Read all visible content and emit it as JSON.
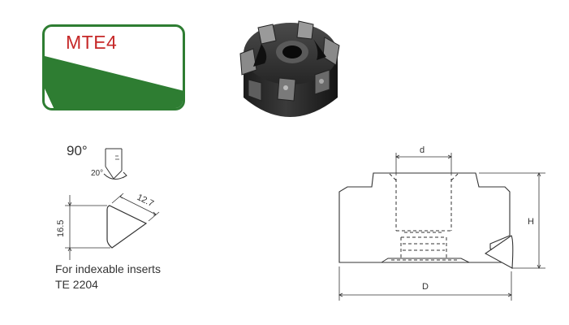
{
  "badge": {
    "title": "MTE4",
    "colors": {
      "border": "#2e7d32",
      "wedge": "#2e7d32",
      "title": "#c62828"
    }
  },
  "photo": {
    "icon": "milling-cutter-photo"
  },
  "insert_drawing": {
    "angle_main": "90°",
    "angle_small": "20°",
    "edge_length": "12.7",
    "height": "16.5"
  },
  "caption": {
    "line1": "For indexable inserts",
    "line2": "TE 2204"
  },
  "cutter_drawing": {
    "label_bore": "d",
    "label_height": "H",
    "label_diameter": "D"
  }
}
